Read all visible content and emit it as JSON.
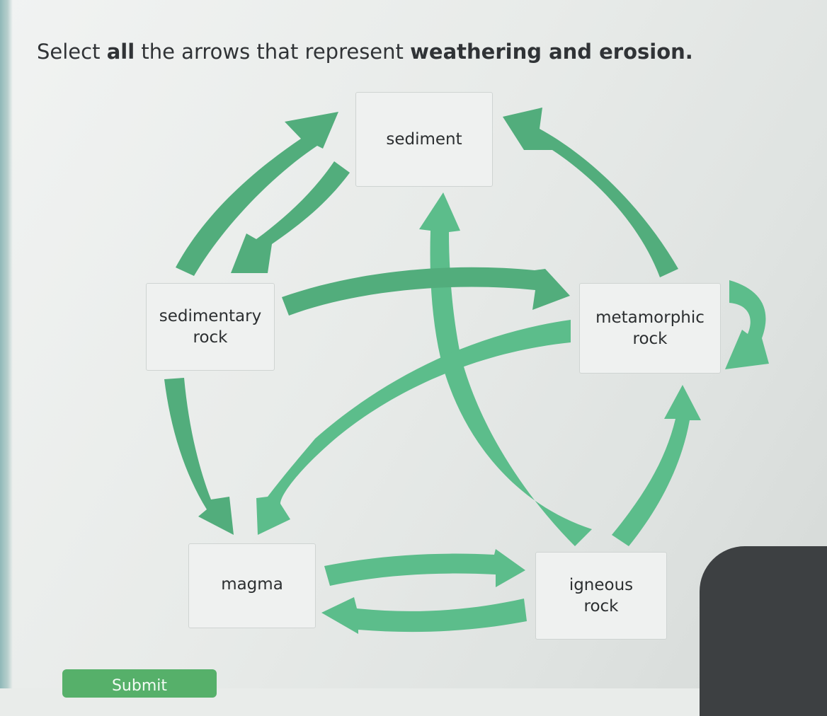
{
  "prompt": {
    "prefix": "Select ",
    "emph1": "all",
    "middle": " the arrows that represent ",
    "emph2": "weathering and erosion."
  },
  "nodes": {
    "sediment": {
      "label": "sediment"
    },
    "sedimentary_rock": {
      "line1": "sedimentary",
      "line2": "rock"
    },
    "metamorphic_rock": {
      "line1": "metamorphic",
      "line2": "rock"
    },
    "magma": {
      "label": "magma"
    },
    "igneous_rock": {
      "line1": "igneous",
      "line2": "rock"
    }
  },
  "submit": {
    "label": "Submit"
  },
  "colors": {
    "arrow": "#52ad7c",
    "arrow_light": "#5cbd8b",
    "text": "#303336",
    "node_border": "#cfd4d2"
  }
}
